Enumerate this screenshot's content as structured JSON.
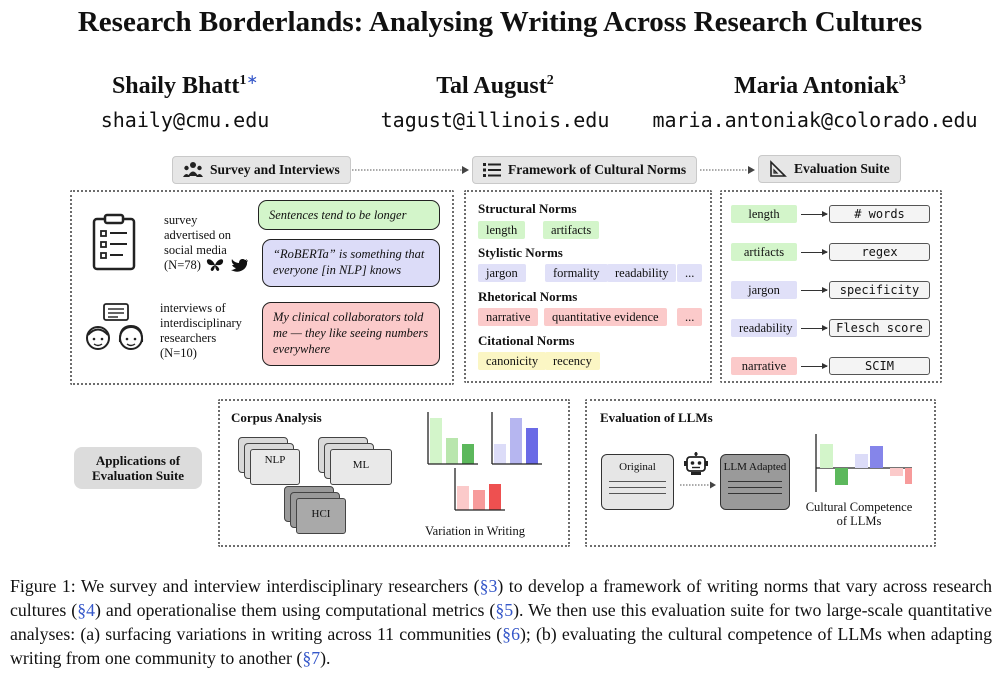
{
  "title": "Research Borderlands: Analysing Writing Across Research Cultures",
  "authors": [
    {
      "name": "Shaily Bhatt",
      "sup": "1",
      "mark": "∗",
      "email": "shaily@cmu.edu"
    },
    {
      "name": "Tal August",
      "sup": "2",
      "email": "tagust@illinois.edu"
    },
    {
      "name": "Maria Antoniak",
      "sup": "3",
      "email": "maria.antoniak@colorado.edu"
    }
  ],
  "figure": {
    "sections": {
      "survey": "Survey and Interviews",
      "framework": "Framework of Cultural Norms",
      "evaluation": "Evaluation Suite"
    },
    "survey": {
      "survey_text_1": "survey",
      "survey_text_2": "advertised on",
      "survey_text_3": "social media",
      "survey_text_4": "(N=78)",
      "interview_text_1": "interviews of",
      "interview_text_2": "interdisciplinary",
      "interview_text_3": "researchers",
      "interview_text_4": "(N=10)",
      "quotes": [
        "Sentences tend to be longer",
        "“RoBERTa” is something that everyone [in NLP] knows",
        "My clinical collaborators told me — they like seeing numbers everywhere"
      ]
    },
    "norms": {
      "structural": {
        "heading": "Structural Norms",
        "tags": [
          "length",
          "artifacts"
        ]
      },
      "stylistic": {
        "heading": "Stylistic Norms",
        "tags": [
          "jargon",
          "formality",
          "readability",
          "..."
        ]
      },
      "rhetorical": {
        "heading": "Rhetorical Norms",
        "tags": [
          "narrative",
          "quantitative evidence",
          "..."
        ]
      },
      "citational": {
        "heading": "Citational Norms",
        "tags": [
          "canonicity",
          "recency"
        ]
      }
    },
    "suite": [
      {
        "norm": "length",
        "metric": "# words"
      },
      {
        "norm": "artifacts",
        "metric": "regex"
      },
      {
        "norm": "jargon",
        "metric": "specificity"
      },
      {
        "norm": "readability",
        "metric": "Flesch score"
      },
      {
        "norm": "narrative",
        "metric": "SCIM"
      }
    ],
    "applications": {
      "label_line1": "Applications of",
      "label_line2": "Evaluation Suite",
      "corpus_title": "Corpus Analysis",
      "corpus_docs": [
        "NLP",
        "ML",
        "HCI"
      ],
      "variation_label": "Variation in Writing",
      "llm_title": "Evaluation of LLMs",
      "original_label": "Original",
      "adapted_label": "LLM Adapted",
      "competence_line1": "Cultural Competence",
      "competence_line2": "of LLMs"
    }
  },
  "colors": {
    "green": "#d3f5ca",
    "purple": "#dcdcf8",
    "red": "#fbcaca",
    "yellow": "#fbf6c4",
    "link_blue": "#3557c9"
  },
  "caption": {
    "p1": "Figure 1: We survey and interview interdisciplinary researchers (",
    "r1": "§3",
    "p2": ") to develop a framework of writing norms that vary across research cultures (",
    "r2": "§4",
    "p3": ") and operationalise them using computational metrics (",
    "r3": "§5",
    "p4": "). We then use this evaluation suite for two large-scale quantitative analyses: (a) surfacing variations in writing across 11 communities (",
    "r4": "§6",
    "p5": "); (b) evaluating the cultural competence of LLMs when adapting writing from one community to another (",
    "r5": "§7",
    "p6": ")."
  }
}
